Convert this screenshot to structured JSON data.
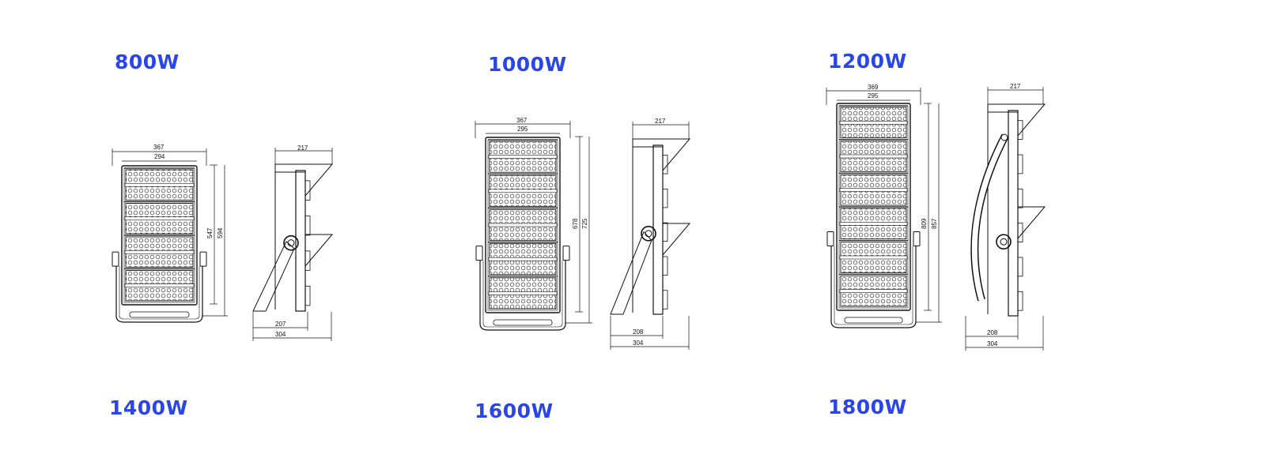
{
  "colors": {
    "title": "#2a46e6",
    "line": "#111111"
  },
  "products": [
    {
      "watt": "800W",
      "front": {
        "outer_w": "367",
        "inner_w": "294",
        "h_inner": "547",
        "h_outer": "594"
      },
      "side": {
        "top_w": "217",
        "bottom_inner": "207",
        "bottom_outer": "304"
      },
      "modules": 4,
      "bracket": "straight"
    },
    {
      "watt": "1000W",
      "front": {
        "outer_w": "367",
        "inner_w": "295",
        "h_inner": "678",
        "h_outer": "725"
      },
      "side": {
        "top_w": "217",
        "bottom_inner": "208",
        "bottom_outer": "304"
      },
      "modules": 5,
      "bracket": "straight"
    },
    {
      "watt": "1200W",
      "front": {
        "outer_w": "369",
        "inner_w": "295",
        "h_inner": "809",
        "h_outer": "857"
      },
      "side": {
        "top_w": "217",
        "bottom_inner": "208",
        "bottom_outer": "304"
      },
      "modules": 6,
      "bracket": "curved"
    }
  ],
  "row2_titles": [
    "1400W",
    "1600W",
    "1800W"
  ]
}
